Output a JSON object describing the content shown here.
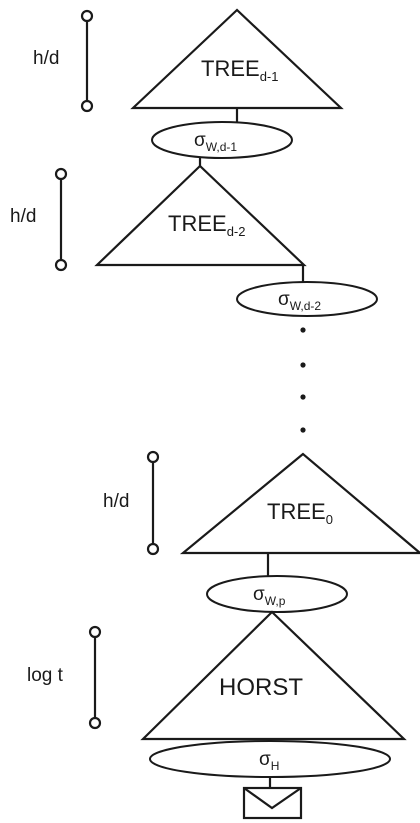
{
  "levels": [
    {
      "tree": "TREE",
      "tree_sub": "d-1",
      "height": "h/d",
      "sigma": "σ",
      "sigma_sub": "W,d-1"
    },
    {
      "tree": "TREE",
      "tree_sub": "d-2",
      "height": "h/d",
      "sigma": "σ",
      "sigma_sub": "W,d-2"
    },
    {
      "tree": "TREE",
      "tree_sub": "0",
      "height": "h/d",
      "sigma": "σ",
      "sigma_sub": "W,p"
    }
  ],
  "horst": {
    "label": "HORST",
    "height": "log t",
    "sigma": "σ",
    "sigma_sub": "H"
  },
  "message": {
    "icon": "envelope-icon"
  }
}
